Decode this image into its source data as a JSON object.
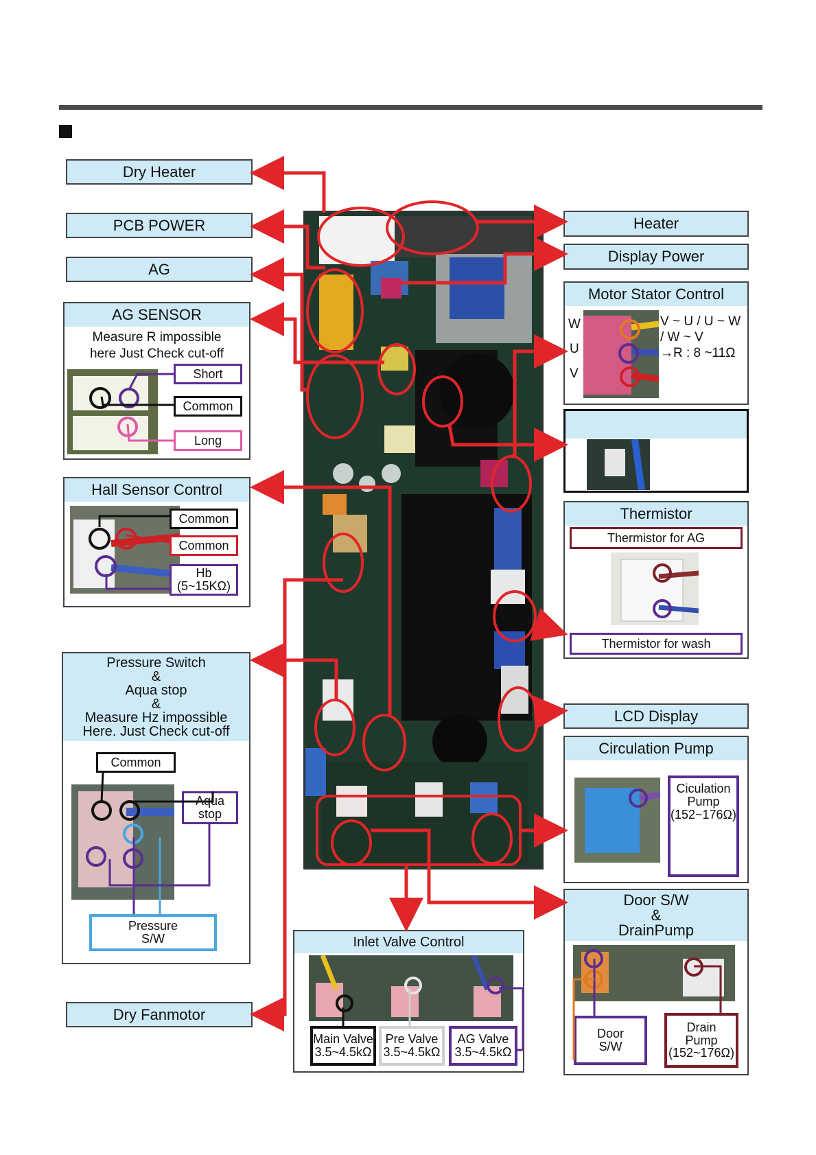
{
  "labels": {
    "dry_heater": "Dry Heater",
    "pcb_power": "PCB POWER",
    "ag": "AG",
    "heater": "Heater",
    "display_power": "Display Power",
    "lcd_display": "LCD Display",
    "dry_fanmotor": "Dry Fanmotor"
  },
  "ag_sensor": {
    "title": "AG SENSOR",
    "note_line1": "Measure R impossible",
    "note_line2": "here Just Check cut-off",
    "short": "Short",
    "common": "Common",
    "long": "Long"
  },
  "hall_sensor": {
    "title": "Hall Sensor Control",
    "common1": "Common",
    "common2": "Common",
    "hb": "Hb",
    "hb_range": "(5~15KΩ)"
  },
  "pressure": {
    "line1": "Pressure Switch",
    "line2": "&",
    "line3": "Aqua stop",
    "line4": "&",
    "line5": "Measure Hz impossible",
    "line6": "Here. Just Check cut-off",
    "common": "Common",
    "aqua_1": "Aqua",
    "aqua_2": "stop",
    "ps_1": "Pressure",
    "ps_2": "S/W"
  },
  "motor": {
    "title": "Motor Stator Control",
    "w": "W",
    "u": "U",
    "v": "V",
    "line1": "V ~ U / U ~ W",
    "line2": "/ W ~ V",
    "line3": "→R : 8 ~11Ω"
  },
  "thermistor": {
    "title": "Thermistor",
    "for_ag": "Thermistor for AG",
    "for_wash": "Thermistor for wash"
  },
  "circulation": {
    "title": "Circulation Pump",
    "tag_1": "Ciculation",
    "tag_2": "Pump",
    "tag_3": "(152~176Ω)"
  },
  "door": {
    "line1": "Door S/W",
    "line2": "&",
    "line3": "DrainPump",
    "door_1": "Door",
    "door_2": "S/W",
    "drain_1": "Drain",
    "drain_2": "Pump",
    "drain_3": "(152~176Ω)"
  },
  "inlet": {
    "title": "Inlet Valve Control",
    "main_1": "Main Valve",
    "main_2": "3.5~4.5kΩ",
    "pre_1": "Pre Valve",
    "pre_2": "3.5~4.5kΩ",
    "ag_1": "AG Valve",
    "ag_2": "3.5~4.5kΩ"
  },
  "colors": {
    "arrow_red": "#e0262a",
    "label_blue": "#cdeaf6",
    "tag_purple": "#5a2d91",
    "tag_pink": "#e05aa8",
    "tag_red": "#d01f2a",
    "tag_sky": "#4aa6e0",
    "tag_maroon": "#7a1f2a",
    "tag_orange": "#e07a20"
  }
}
